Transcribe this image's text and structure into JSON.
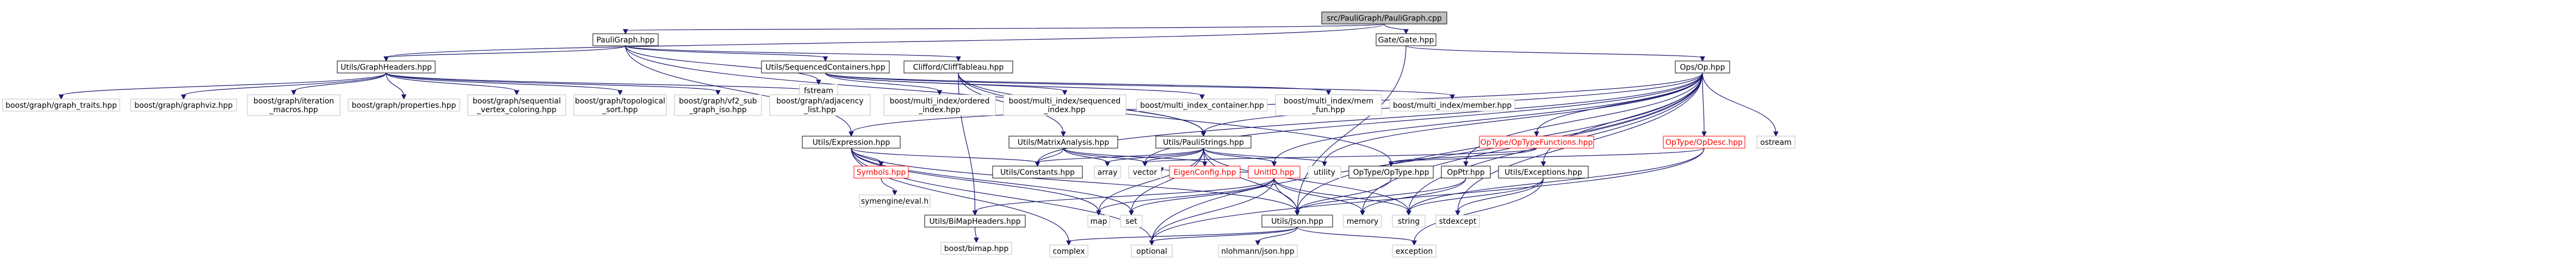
{
  "diagram": {
    "colors": {
      "root_fill": "#bfbfbf",
      "node_border": "#000000",
      "missing_border": "#bfbfbf",
      "edge": "#191970",
      "red_text": "#ff0000"
    },
    "nodes": [
      {
        "id": "root",
        "kind": "root",
        "lines": [
          "src/PauliGraph/PauliGraph.cpp"
        ]
      },
      {
        "id": "pauligraph_hpp",
        "kind": "normal",
        "lines": [
          "PauliGraph.hpp"
        ]
      },
      {
        "id": "gate_hpp",
        "kind": "normal",
        "lines": [
          "Gate/Gate.hpp"
        ]
      },
      {
        "id": "graphheaders",
        "kind": "normal",
        "lines": [
          "Utils/GraphHeaders.hpp"
        ]
      },
      {
        "id": "seqcontainers",
        "kind": "normal",
        "lines": [
          "Utils/SequencedContainers.hpp"
        ]
      },
      {
        "id": "fstream",
        "kind": "missing",
        "lines": [
          "fstream"
        ]
      },
      {
        "id": "cliffordtableau",
        "kind": "normal",
        "lines": [
          "Clifford/CliffTableau.hpp"
        ]
      },
      {
        "id": "op_hpp",
        "kind": "normal",
        "lines": [
          "Ops/Op.hpp"
        ]
      },
      {
        "id": "graph_traits",
        "kind": "missing",
        "lines": [
          "boost/graph/graph_traits.hpp"
        ]
      },
      {
        "id": "graphviz",
        "kind": "missing",
        "lines": [
          "boost/graph/graphviz.hpp"
        ]
      },
      {
        "id": "iteration_macros",
        "kind": "missing",
        "lines": [
          "boost/graph/iteration",
          "_macros.hpp"
        ]
      },
      {
        "id": "properties",
        "kind": "missing",
        "lines": [
          "boost/graph/properties.hpp"
        ]
      },
      {
        "id": "seq_vertex",
        "kind": "missing",
        "lines": [
          "boost/graph/sequential",
          "_vertex_coloring.hpp"
        ]
      },
      {
        "id": "topo_sort",
        "kind": "missing",
        "lines": [
          "boost/graph/topological",
          "_sort.hpp"
        ]
      },
      {
        "id": "vf2",
        "kind": "missing",
        "lines": [
          "boost/graph/vf2_sub",
          "_graph_iso.hpp"
        ]
      },
      {
        "id": "adjacency_list",
        "kind": "missing",
        "lines": [
          "boost/graph/adjacency",
          "_list.hpp"
        ]
      },
      {
        "id": "mi_ordered",
        "kind": "missing",
        "lines": [
          "boost/multi_index/ordered",
          "_index.hpp"
        ]
      },
      {
        "id": "mi_sequenced",
        "kind": "missing",
        "lines": [
          "boost/multi_index/sequenced",
          "_index.hpp"
        ]
      },
      {
        "id": "mi_container",
        "kind": "missing",
        "lines": [
          "boost/multi_index_container.hpp"
        ]
      },
      {
        "id": "mi_mem_fun",
        "kind": "missing",
        "lines": [
          "boost/multi_index/mem",
          "_fun.hpp"
        ]
      },
      {
        "id": "mi_member",
        "kind": "missing",
        "lines": [
          "boost/multi_index/member.hpp"
        ]
      },
      {
        "id": "expression",
        "kind": "normal",
        "lines": [
          "Utils/Expression.hpp"
        ]
      },
      {
        "id": "matrixanalysis",
        "kind": "normal",
        "lines": [
          "Utils/MatrixAnalysis.hpp"
        ]
      },
      {
        "id": "paulistrings",
        "kind": "normal",
        "lines": [
          "Utils/PauliStrings.hpp"
        ]
      },
      {
        "id": "optypefunctions",
        "kind": "normal",
        "red": true,
        "lines": [
          "OpType/OpTypeFunctions.hpp"
        ]
      },
      {
        "id": "opdesc",
        "kind": "normal",
        "red": true,
        "lines": [
          "OpType/OpDesc.hpp"
        ]
      },
      {
        "id": "ostream",
        "kind": "missing",
        "lines": [
          "ostream"
        ]
      },
      {
        "id": "symbols",
        "kind": "normal",
        "red": true,
        "lines": [
          "Symbols.hpp"
        ]
      },
      {
        "id": "constants",
        "kind": "normal",
        "lines": [
          "Utils/Constants.hpp"
        ]
      },
      {
        "id": "array",
        "kind": "missing",
        "lines": [
          "array"
        ]
      },
      {
        "id": "vector",
        "kind": "missing",
        "lines": [
          "vector"
        ]
      },
      {
        "id": "eigenconfig",
        "kind": "normal",
        "red": true,
        "lines": [
          "EigenConfig.hpp"
        ]
      },
      {
        "id": "unitid",
        "kind": "normal",
        "red": true,
        "lines": [
          "UnitID.hpp"
        ]
      },
      {
        "id": "utility",
        "kind": "missing",
        "lines": [
          "utility"
        ]
      },
      {
        "id": "optype",
        "kind": "normal",
        "lines": [
          "OpType/OpType.hpp"
        ]
      },
      {
        "id": "opptr",
        "kind": "normal",
        "lines": [
          "OpPtr.hpp"
        ]
      },
      {
        "id": "exceptions",
        "kind": "normal",
        "lines": [
          "Utils/Exceptions.hpp"
        ]
      },
      {
        "id": "symengine",
        "kind": "missing",
        "lines": [
          "symengine/eval.h"
        ]
      },
      {
        "id": "bimap_headers",
        "kind": "normal",
        "lines": [
          "Utils/BiMapHeaders.hpp"
        ]
      },
      {
        "id": "map",
        "kind": "missing",
        "lines": [
          "map"
        ]
      },
      {
        "id": "set",
        "kind": "missing",
        "lines": [
          "set"
        ]
      },
      {
        "id": "json",
        "kind": "normal",
        "lines": [
          "Utils/Json.hpp"
        ]
      },
      {
        "id": "memory",
        "kind": "missing",
        "lines": [
          "memory"
        ]
      },
      {
        "id": "string",
        "kind": "missing",
        "lines": [
          "string"
        ]
      },
      {
        "id": "stdexcept",
        "kind": "missing",
        "lines": [
          "stdexcept"
        ]
      },
      {
        "id": "bimap",
        "kind": "missing",
        "lines": [
          "boost/bimap.hpp"
        ]
      },
      {
        "id": "complex",
        "kind": "missing",
        "lines": [
          "complex"
        ]
      },
      {
        "id": "optional",
        "kind": "missing",
        "lines": [
          "optional"
        ]
      },
      {
        "id": "nlohmann",
        "kind": "missing",
        "lines": [
          "nlohmann/json.hpp"
        ]
      },
      {
        "id": "exception",
        "kind": "missing",
        "lines": [
          "exception"
        ]
      }
    ],
    "edges": [
      [
        "root",
        "pauligraph_hpp"
      ],
      [
        "root",
        "gate_hpp"
      ],
      [
        "root",
        "graphheaders"
      ],
      [
        "pauligraph_hpp",
        "graphheaders"
      ],
      [
        "pauligraph_hpp",
        "seqcontainers"
      ],
      [
        "pauligraph_hpp",
        "fstream"
      ],
      [
        "pauligraph_hpp",
        "cliffordtableau"
      ],
      [
        "pauligraph_hpp",
        "expression"
      ],
      [
        "pauligraph_hpp",
        "paulistrings"
      ],
      [
        "gate_hpp",
        "op_hpp"
      ],
      [
        "gate_hpp",
        "json"
      ],
      [
        "graphheaders",
        "graph_traits"
      ],
      [
        "graphheaders",
        "graphviz"
      ],
      [
        "graphheaders",
        "iteration_macros"
      ],
      [
        "graphheaders",
        "properties"
      ],
      [
        "graphheaders",
        "seq_vertex"
      ],
      [
        "graphheaders",
        "topo_sort"
      ],
      [
        "graphheaders",
        "vf2"
      ],
      [
        "graphheaders",
        "adjacency_list"
      ],
      [
        "seqcontainers",
        "mi_ordered"
      ],
      [
        "seqcontainers",
        "mi_sequenced"
      ],
      [
        "seqcontainers",
        "mi_container"
      ],
      [
        "seqcontainers",
        "mi_mem_fun"
      ],
      [
        "seqcontainers",
        "mi_member"
      ],
      [
        "cliffordtableau",
        "matrixanalysis"
      ],
      [
        "cliffordtableau",
        "paulistrings"
      ],
      [
        "cliffordtableau",
        "optype"
      ],
      [
        "cliffordtableau",
        "bimap_headers"
      ],
      [
        "op_hpp",
        "expression"
      ],
      [
        "op_hpp",
        "paulistrings"
      ],
      [
        "op_hpp",
        "optypefunctions"
      ],
      [
        "op_hpp",
        "opdesc"
      ],
      [
        "op_hpp",
        "ostream"
      ],
      [
        "op_hpp",
        "unitid"
      ],
      [
        "op_hpp",
        "opptr"
      ],
      [
        "op_hpp",
        "exceptions"
      ],
      [
        "op_hpp",
        "json"
      ],
      [
        "op_hpp",
        "vector"
      ],
      [
        "op_hpp",
        "memory"
      ],
      [
        "op_hpp",
        "string"
      ],
      [
        "op_hpp",
        "optional"
      ],
      [
        "op_hpp",
        "stdexcept"
      ],
      [
        "op_hpp",
        "utility"
      ],
      [
        "op_hpp",
        "constants"
      ],
      [
        "expression",
        "symbols"
      ],
      [
        "expression",
        "constants"
      ],
      [
        "expression",
        "json"
      ],
      [
        "expression",
        "map"
      ],
      [
        "expression",
        "set"
      ],
      [
        "expression",
        "complex"
      ],
      [
        "expression",
        "optional"
      ],
      [
        "matrixanalysis",
        "eigenconfig"
      ],
      [
        "matrixanalysis",
        "constants"
      ],
      [
        "matrixanalysis",
        "array"
      ],
      [
        "matrixanalysis",
        "vector"
      ],
      [
        "paulistrings",
        "constants"
      ],
      [
        "paulistrings",
        "eigenconfig"
      ],
      [
        "paulistrings",
        "unitid"
      ],
      [
        "paulistrings",
        "json"
      ],
      [
        "paulistrings",
        "map"
      ],
      [
        "paulistrings",
        "set"
      ],
      [
        "paulistrings",
        "vector"
      ],
      [
        "paulistrings",
        "array"
      ],
      [
        "paulistrings",
        "utility"
      ],
      [
        "paulistrings",
        "string"
      ],
      [
        "optypefunctions",
        "optype"
      ],
      [
        "optypefunctions",
        "vector"
      ],
      [
        "opdesc",
        "optype"
      ],
      [
        "opdesc",
        "string"
      ],
      [
        "opdesc",
        "optional"
      ],
      [
        "symbols",
        "symengine"
      ],
      [
        "unitid",
        "bimap_headers"
      ],
      [
        "unitid",
        "json"
      ],
      [
        "unitid",
        "map"
      ],
      [
        "unitid",
        "set"
      ],
      [
        "unitid",
        "memory"
      ],
      [
        "unitid",
        "string"
      ],
      [
        "unitid",
        "optional"
      ],
      [
        "unitid",
        "vector"
      ],
      [
        "optype",
        "json"
      ],
      [
        "opptr",
        "json"
      ],
      [
        "opptr",
        "memory"
      ],
      [
        "exceptions",
        "string"
      ],
      [
        "exceptions",
        "stdexcept"
      ],
      [
        "exceptions",
        "exception"
      ],
      [
        "bimap_headers",
        "bimap"
      ],
      [
        "json",
        "complex"
      ],
      [
        "json",
        "optional"
      ],
      [
        "json",
        "nlohmann"
      ],
      [
        "json",
        "exception"
      ]
    ]
  }
}
